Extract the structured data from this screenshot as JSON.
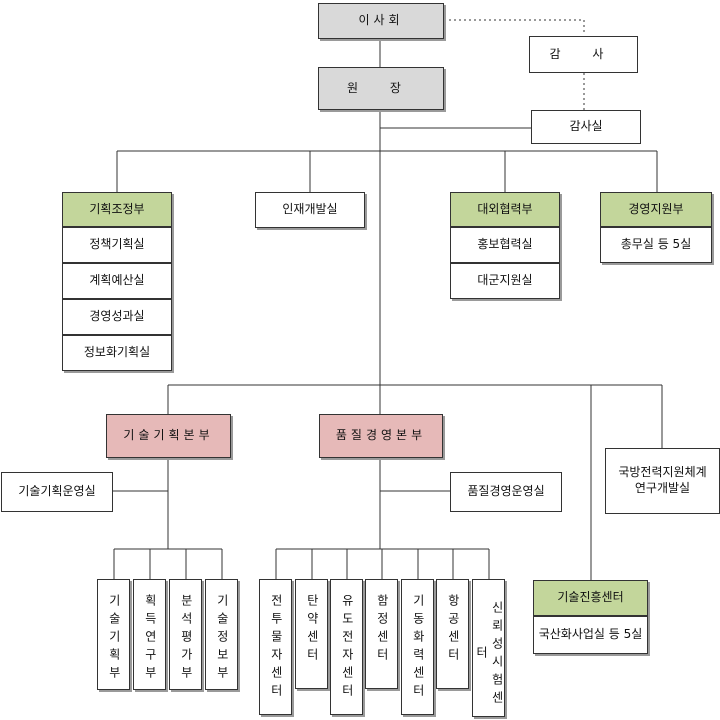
{
  "colors": {
    "gray": "#d9d9d9",
    "green": "#c3d69b",
    "pink": "#e6b9b8",
    "line": "#333333"
  },
  "top": {
    "board": "이사회",
    "auditor": "감 사",
    "president": "원 장",
    "audit_office": "감사실"
  },
  "departments": {
    "planning": {
      "header": "기획조정부",
      "items": [
        "정책기획실",
        "계획예산실",
        "경영성과실",
        "정보화기획실"
      ]
    },
    "hr": {
      "header": "인재개발실"
    },
    "cooperation": {
      "header": "대외협력부",
      "items": [
        "홍보협력실",
        "대군지원실"
      ]
    },
    "management": {
      "header": "경영지원부",
      "items": [
        "총무실 등 5실"
      ]
    }
  },
  "tech_hq": {
    "header": "기술기획본부",
    "office": "기술기획운영실",
    "units": [
      "기술기획부",
      "획득연구부",
      "분석평가부",
      "기술정보부"
    ]
  },
  "quality_hq": {
    "header": "품질경영본부",
    "office": "품질경영운영실",
    "units": [
      "전투물자센터",
      "탄약센터",
      "유도전자센터",
      "함정센터",
      "기동화력센터",
      "항공센터",
      "신뢰성시험센터"
    ]
  },
  "defense_research": {
    "label": "국방전력지원체계\n연구개발실"
  },
  "tech_promotion": {
    "header": "기술진흥센터",
    "items": [
      "국산화사업실 등 5실"
    ]
  }
}
